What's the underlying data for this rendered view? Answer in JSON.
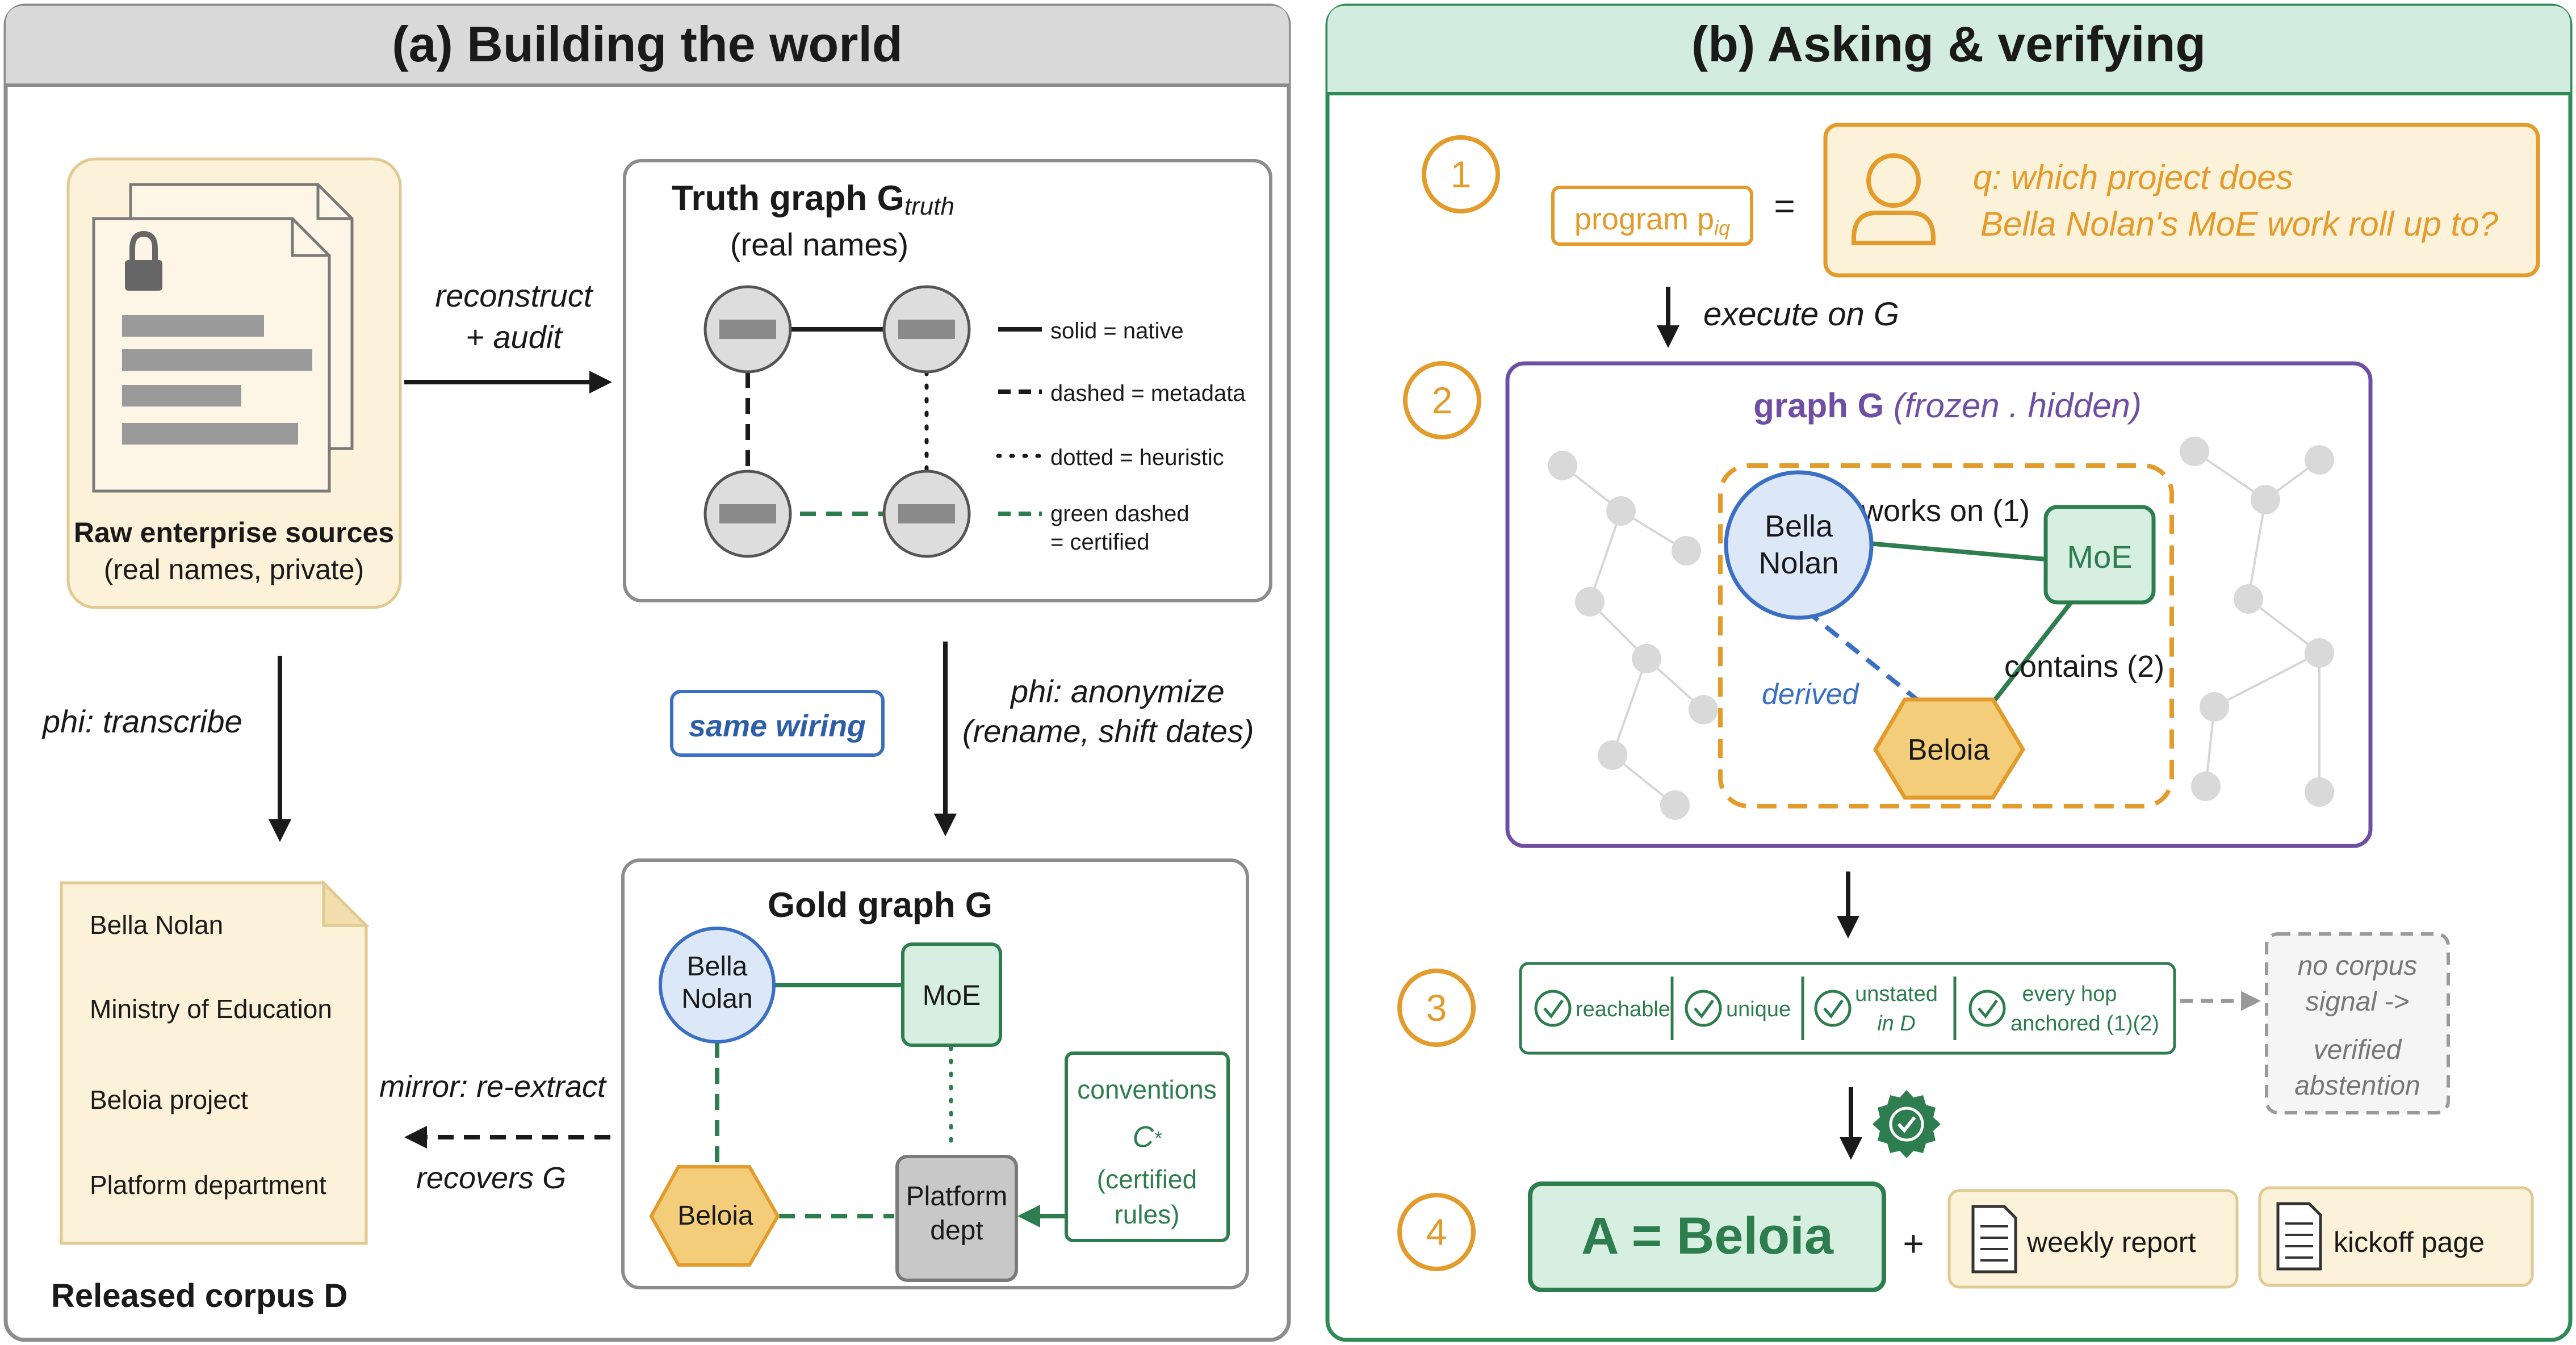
{
  "colors": {
    "panel_a_header": "#d9d9d9",
    "panel_b_header": "#d3ece0",
    "panel_b_border": "#2e8b57",
    "green": "#2e7d4f",
    "orange": "#e39b2b",
    "purple": "#6f4fa3",
    "blue": "#3b6fc4",
    "grey_node": "#c8c8c8"
  },
  "panel_a": {
    "title": "(a) Building the world",
    "raw_sources": {
      "title": "Raw enterprise sources",
      "subtitle": "(real names, private)",
      "icon": "lock-icon"
    },
    "arrow_reconstruct": {
      "line1": "reconstruct",
      "line2": "+ audit"
    },
    "truth_graph": {
      "title": "Truth graph G",
      "title_sub": "truth",
      "subtitle": "(real names)",
      "legend": [
        {
          "style": "solid",
          "label": "solid = native"
        },
        {
          "style": "dashed",
          "label": "dashed = metadata"
        },
        {
          "style": "dotted",
          "label": "dotted = heuristic"
        },
        {
          "style": "green-dashed",
          "label": "green dashed",
          "label2": "= certified"
        }
      ]
    },
    "arrow_transcribe": "phi: transcribe",
    "arrow_anonymize": {
      "line1": "phi: anonymize",
      "line2": "(rename, shift dates)"
    },
    "same_wiring": "same wiring",
    "released_corpus": {
      "items": [
        "Bella Nolan",
        "Ministry of Education",
        "Beloia project",
        "Platform department"
      ],
      "caption": "Released corpus D"
    },
    "arrow_mirror": {
      "line1": "mirror: re-extract",
      "line2": "recovers G"
    },
    "gold_graph": {
      "title": "Gold graph G",
      "nodes": {
        "person_line1": "Bella",
        "person_line2": "Nolan",
        "moe": "MoE",
        "beloia": "Beloia",
        "dept_line1": "Platform",
        "dept_line2": "dept"
      },
      "conventions": {
        "line1": "conventions",
        "symbol": "C",
        "symbol_sub": "*",
        "line3": "(certified",
        "line4": "rules)"
      }
    }
  },
  "panel_b": {
    "title": "(b) Asking & verifying",
    "steps": [
      "1",
      "2",
      "3",
      "4"
    ],
    "program": {
      "label": "program p",
      "sub": "iq",
      "equals": "="
    },
    "query": {
      "icon": "user-icon",
      "line1": "q: which project does",
      "line2": "Bella Nolan's MoE work roll up to?"
    },
    "execute": "execute on G",
    "graph": {
      "title_bold": "graph G",
      "title_rest": " (frozen . hidden)",
      "person_line1": "Bella",
      "person_line2": "Nolan",
      "moe": "MoE",
      "beloia": "Beloia",
      "edge_works_on": "works on (1)",
      "edge_contains": "contains (2)",
      "edge_derived": "derived"
    },
    "checks": [
      {
        "line1": "reachable",
        "line2": ""
      },
      {
        "line1": "unique",
        "line2": ""
      },
      {
        "line1": "unstated",
        "line2": "in D"
      },
      {
        "line1": "every hop",
        "line2": "anchored (1)(2)"
      }
    ],
    "abstention": {
      "line1": "no corpus",
      "line2": "signal ->",
      "line3": "verified",
      "line4": "abstention"
    },
    "answer": {
      "text": "A = Beloia",
      "plus": "+",
      "doc1": "weekly report",
      "doc2": "kickoff page",
      "badge_icon": "verified-badge-icon"
    }
  }
}
